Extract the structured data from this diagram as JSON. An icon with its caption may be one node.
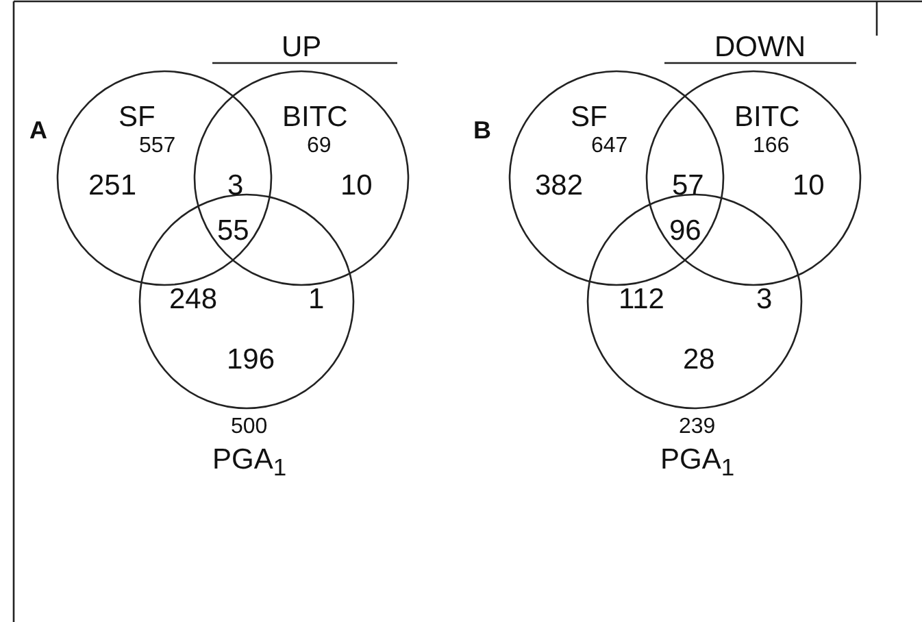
{
  "diagram": {
    "nodes": [
      {
        "text": [
          "SF",
          "557"
        ]
      },
      {
        "text": [
          "BITC",
          "69"
        ]
      },
      {
        "text": [
          "500",
          "PGA$_{1}$"
        ]
      },
      {
        "text": [
          "SF",
          "647"
        ]
      },
      {
        "text": [
          "BITC",
          "166"
        ]
      },
      {
        "text": [
          "239",
          "PGA$_{1}$"
        ]
      }
    ],
    "edges": [],
    "labels": [
      "UP",
      "DOWN",
      "A",
      "B",
      "251",
      "3",
      "10",
      "55",
      "248",
      "1",
      "196",
      "382",
      "57",
      "10",
      "96",
      "112",
      "3",
      "28"
    ]
  }
}
